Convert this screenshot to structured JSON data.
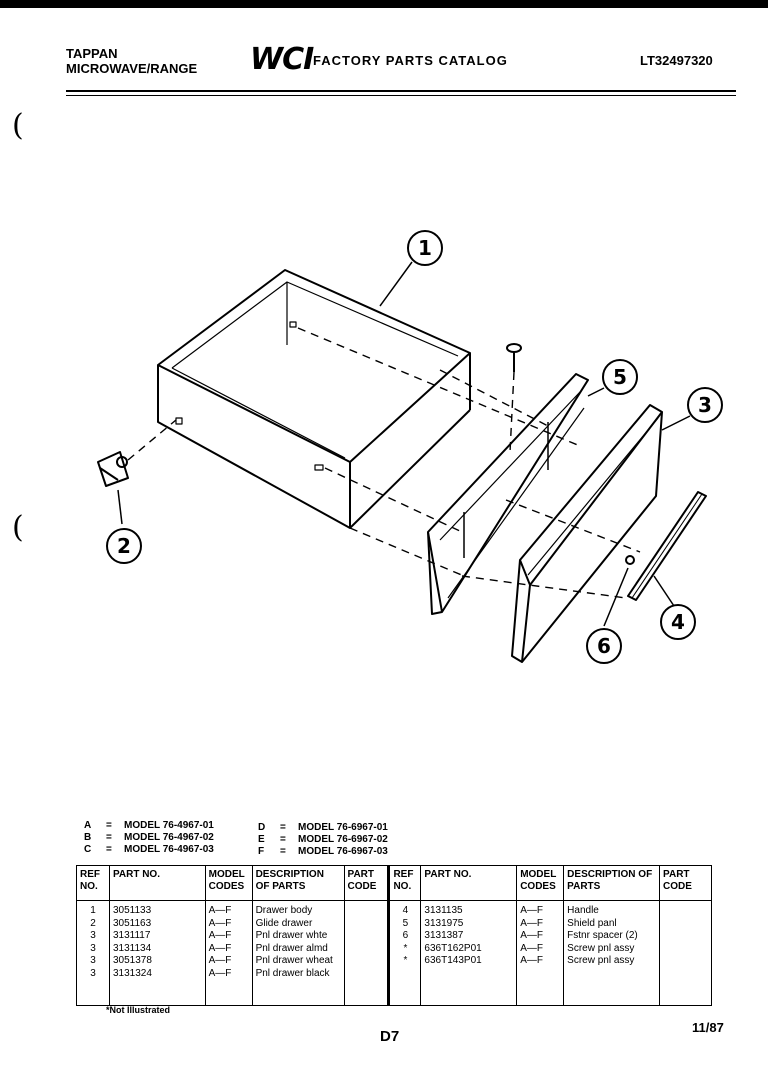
{
  "header": {
    "brand": "TAPPAN",
    "product": "MICROWAVE/RANGE",
    "logo": "WCI",
    "catalog_title": "FACTORY PARTS CATALOG",
    "catalog_code": "LT32497320"
  },
  "callouts": [
    "1",
    "2",
    "3",
    "4",
    "5",
    "6"
  ],
  "models": {
    "left": [
      {
        "key": "A",
        "eq": "=",
        "model": "MODEL 76-4967-01"
      },
      {
        "key": "B",
        "eq": "=",
        "model": "MODEL 76-4967-02"
      },
      {
        "key": "C",
        "eq": "=",
        "model": "MODEL 76-4967-03"
      }
    ],
    "right": [
      {
        "key": "D",
        "eq": "=",
        "model": "MODEL 76-6967-01"
      },
      {
        "key": "E",
        "eq": "=",
        "model": "MODEL 76-6967-02"
      },
      {
        "key": "F",
        "eq": "=",
        "model": "MODEL 76-6967-03"
      }
    ]
  },
  "table": {
    "headers": {
      "ref": "REF NO.",
      "part": "PART NO.",
      "model_codes": "MODEL CODES",
      "description": "DESCRIPTION OF PARTS",
      "part_code": "PART CODE"
    },
    "left_rows": [
      {
        "ref": "1",
        "part": "3051133",
        "codes": "A—F",
        "desc": "Drawer body"
      },
      {
        "ref": "2",
        "part": "3051163",
        "codes": "A—F",
        "desc": "Glide drawer"
      },
      {
        "ref": "3",
        "part": "3131117",
        "codes": "A—F",
        "desc": "Pnl drawer whte"
      },
      {
        "ref": "3",
        "part": "3131134",
        "codes": "A—F",
        "desc": "Pnl drawer almd"
      },
      {
        "ref": "3",
        "part": "3051378",
        "codes": "A—F",
        "desc": "Pnl drawer wheat"
      },
      {
        "ref": "3",
        "part": "3131324",
        "codes": "A—F",
        "desc": "Pnl drawer black"
      }
    ],
    "right_rows": [
      {
        "ref": "4",
        "part": "3131135",
        "codes": "A—F",
        "desc": "Handle"
      },
      {
        "ref": "5",
        "part": "3131975",
        "codes": "A—F",
        "desc": "Shield panl"
      },
      {
        "ref": "6",
        "part": "3131387",
        "codes": "A—F",
        "desc": "Fstnr spacer (2)"
      },
      {
        "ref": "*",
        "part": "636T162P01",
        "codes": "A—F",
        "desc": "Screw pnl assy"
      },
      {
        "ref": "*",
        "part": "636T143P01",
        "codes": "A—F",
        "desc": "Screw pnl assy"
      }
    ]
  },
  "footer": {
    "footnote": "*Not Illustrated",
    "page": "D7",
    "date": "11/87"
  }
}
